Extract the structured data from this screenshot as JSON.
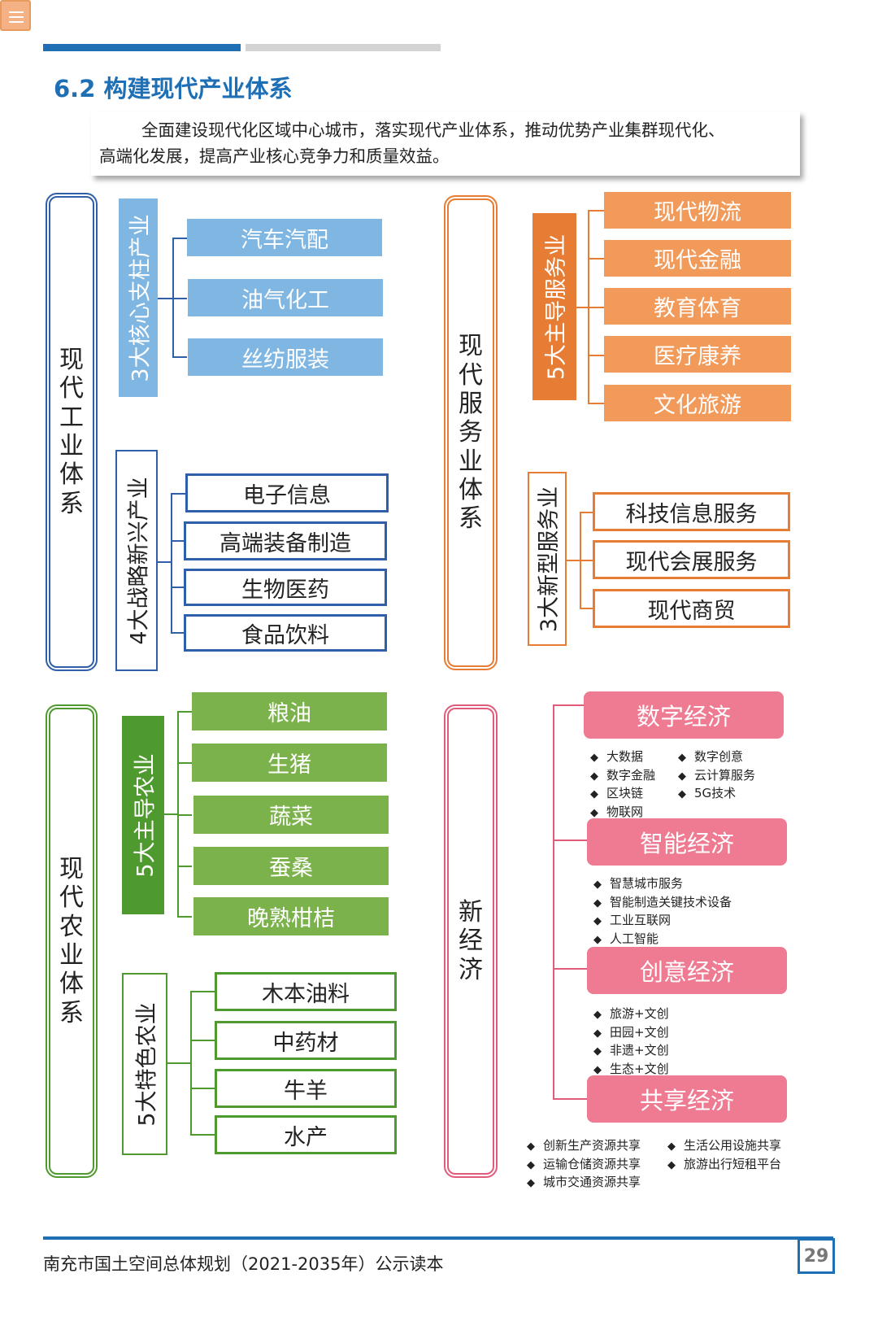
{
  "header": {
    "section_title": "6.2 构建现代产业体系",
    "intro_line1": "全面建设现代化区域中心城市，落实现代产业体系，推动优势产业集群现代化、",
    "intro_line2": "高端化发展，提高产业核心竞争力和质量效益。"
  },
  "colors": {
    "blue": "#1f6fb5",
    "industry_blue": "#2e5fa8",
    "light_blue": "#7fb6e2",
    "orange": "#e77d34",
    "light_orange": "#f29a5a",
    "green": "#4f9a2e",
    "light_green": "#7bb24b",
    "pink": "#e05c7a",
    "light_pink": "#ee7b91"
  },
  "industry": {
    "title": "现代工业体系",
    "core_group": "3大核心支柱产业",
    "core_items": [
      "汽车汽配",
      "油气化工",
      "丝纺服装"
    ],
    "emerging_group": "4大战略新兴产业",
    "emerging_items": [
      "电子信息",
      "高端装备制造",
      "生物医药",
      "食品饮料"
    ]
  },
  "service": {
    "title": "现代服务业体系",
    "leading_group": "5大主导服务业",
    "leading_items": [
      "现代物流",
      "现代金融",
      "教育体育",
      "医疗康养",
      "文化旅游"
    ],
    "new_group": "3大新型服务业",
    "new_items": [
      "科技信息服务",
      "现代会展服务",
      "现代商贸"
    ]
  },
  "agriculture": {
    "title": "现代农业体系",
    "leading_group": "5大主导农业",
    "leading_items": [
      "粮油",
      "生猪",
      "蔬菜",
      "蚕桑",
      "晚熟柑桔"
    ],
    "special_group": "5大特色农业",
    "special_items": [
      "木本油料",
      "中药材",
      "牛羊",
      "水产"
    ]
  },
  "new_economy": {
    "title": "新经济",
    "digital": {
      "label": "数字经济",
      "col1": [
        "大数据",
        "数字金融",
        "区块链",
        "物联网"
      ],
      "col2": [
        "数字创意",
        "云计算服务",
        "5G技术"
      ]
    },
    "smart": {
      "label": "智能经济",
      "items": [
        "智慧城市服务",
        "智能制造关键技术设备",
        "工业互联网",
        "人工智能"
      ]
    },
    "creative": {
      "label": "创意经济",
      "items": [
        "旅游+文创",
        "田园+文创",
        "非遗+文创",
        "生态+文创"
      ]
    },
    "sharing": {
      "label": "共享经济",
      "col1": [
        "创新生产资源共享",
        "运输仓储资源共享",
        "城市交通资源共享"
      ],
      "col2": [
        "生活公用设施共享",
        "旅游出行短租平台"
      ]
    }
  },
  "footer": {
    "text": "南充市国土空间总体规划（2021-2035年）公示读本",
    "page": "29"
  }
}
